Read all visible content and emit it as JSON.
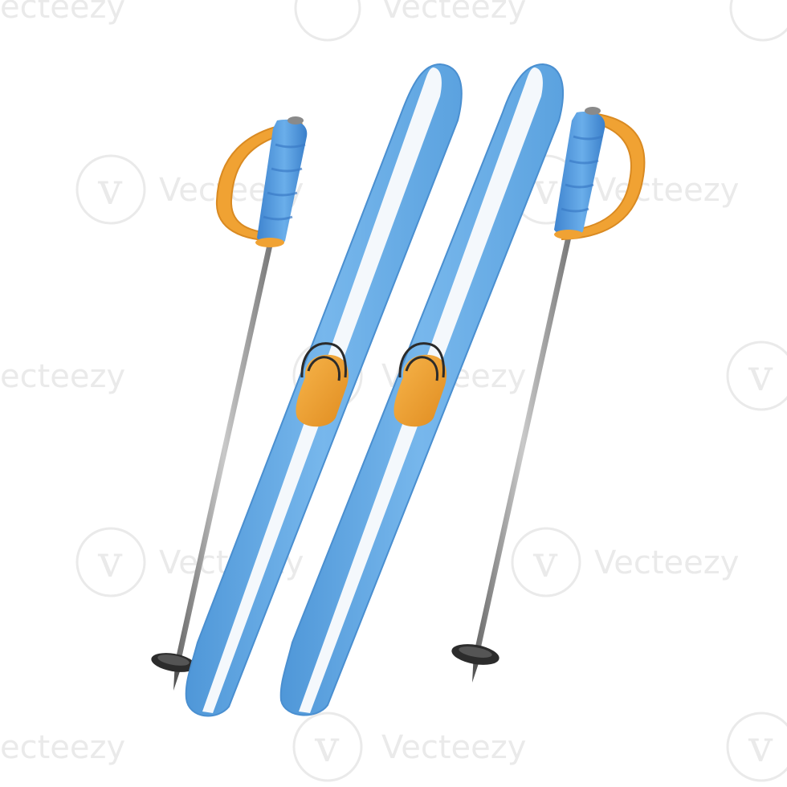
{
  "image": {
    "subject": "ski-set-3d-illustration",
    "background_color": "#ffffff"
  },
  "watermark": {
    "brand_text": "Vecteezy",
    "partial_text": "ecteezy",
    "logo_glyph": "v"
  },
  "colors": {
    "ski_blue": "#6aaee6",
    "ski_blue_dark": "#4d93d3",
    "ski_stripe": "#f4f8fc",
    "binding_orange": "#f2a53a",
    "binding_orange_dark": "#d98a22",
    "grip_blue": "#4f95dc",
    "strap_orange": "#f0a233",
    "pole_gray": "#9a9a9a",
    "basket_dark": "#333333"
  }
}
